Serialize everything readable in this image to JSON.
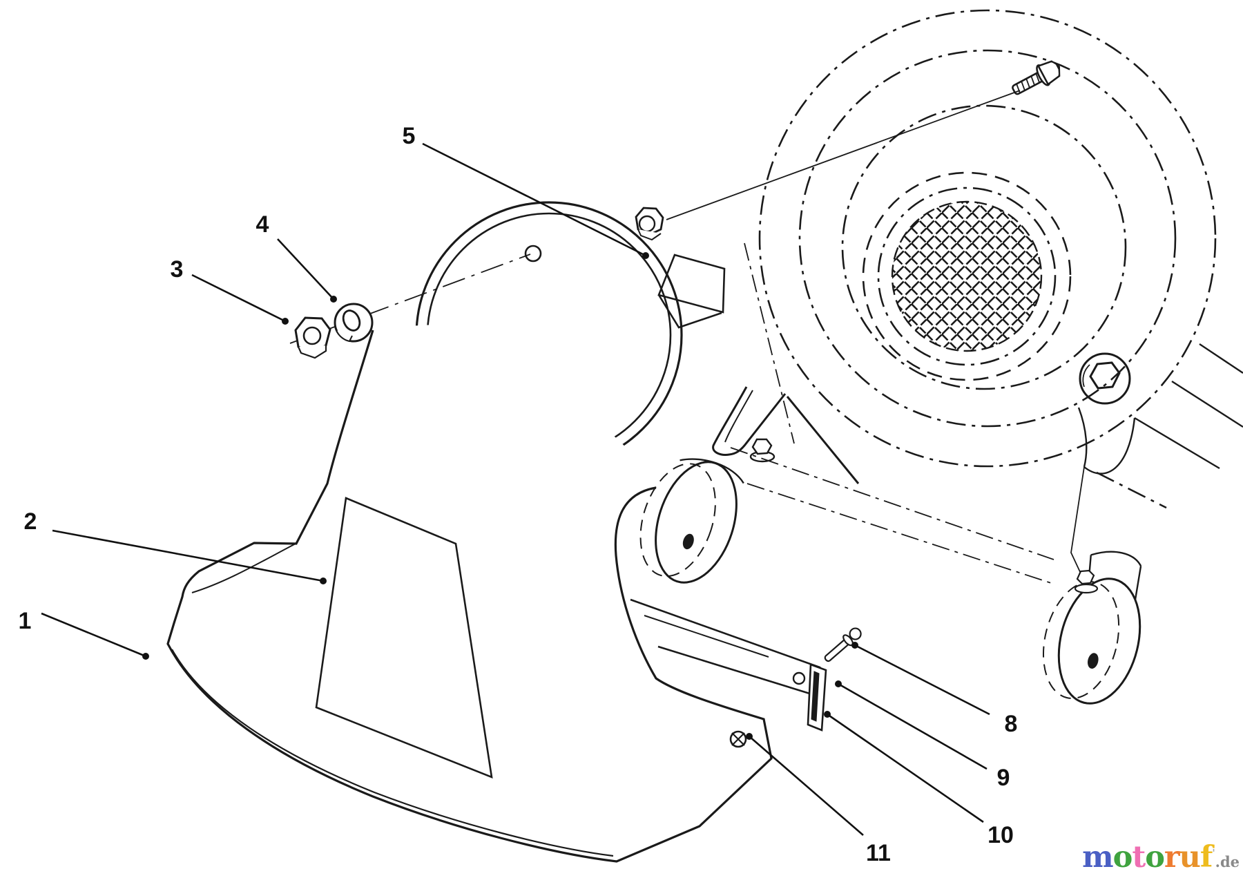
{
  "figure": {
    "type": "exploded-parts-diagram",
    "background_color": "#ffffff",
    "line_color": "#1a1a1a"
  },
  "callouts": [
    {
      "label": "1"
    },
    {
      "label": "2"
    },
    {
      "label": "3"
    },
    {
      "label": "4"
    },
    {
      "label": "5"
    },
    {
      "label": "8"
    },
    {
      "label": "9"
    },
    {
      "label": "10"
    },
    {
      "label": "11"
    }
  ],
  "parts": [
    {
      "callout": "1",
      "icon": "deflector-shell-lower-icon"
    },
    {
      "callout": "2",
      "icon": "deflector-cone-icon"
    },
    {
      "callout": "3",
      "icon": "hex-nut-icon"
    },
    {
      "callout": "4",
      "icon": "washer-icon"
    },
    {
      "callout": "5",
      "icon": "bell-housing-icon"
    },
    {
      "callout": "8",
      "icon": "clevis-pin-icon"
    },
    {
      "callout": "9",
      "icon": "support-bar-icon"
    },
    {
      "callout": "10",
      "icon": "end-plate-icon"
    },
    {
      "callout": "11",
      "icon": "screw-icon"
    }
  ],
  "watermark": {
    "word": "motoruf",
    "letters": [
      {
        "ch": "m",
        "color": "#4a5fc4"
      },
      {
        "ch": "o",
        "color": "#3fa33f"
      },
      {
        "ch": "t",
        "color": "#ef6fb3"
      },
      {
        "ch": "o",
        "color": "#3fa33f"
      },
      {
        "ch": "r",
        "color": "#ee7b30"
      },
      {
        "ch": "u",
        "color": "#e8922a"
      },
      {
        "ch": "f",
        "color": "#eebc1e"
      }
    ],
    "tick": "'",
    "tick_color": "#aaaaaa",
    "suffix": ".de",
    "suffix_color": "#8a8a8a"
  }
}
